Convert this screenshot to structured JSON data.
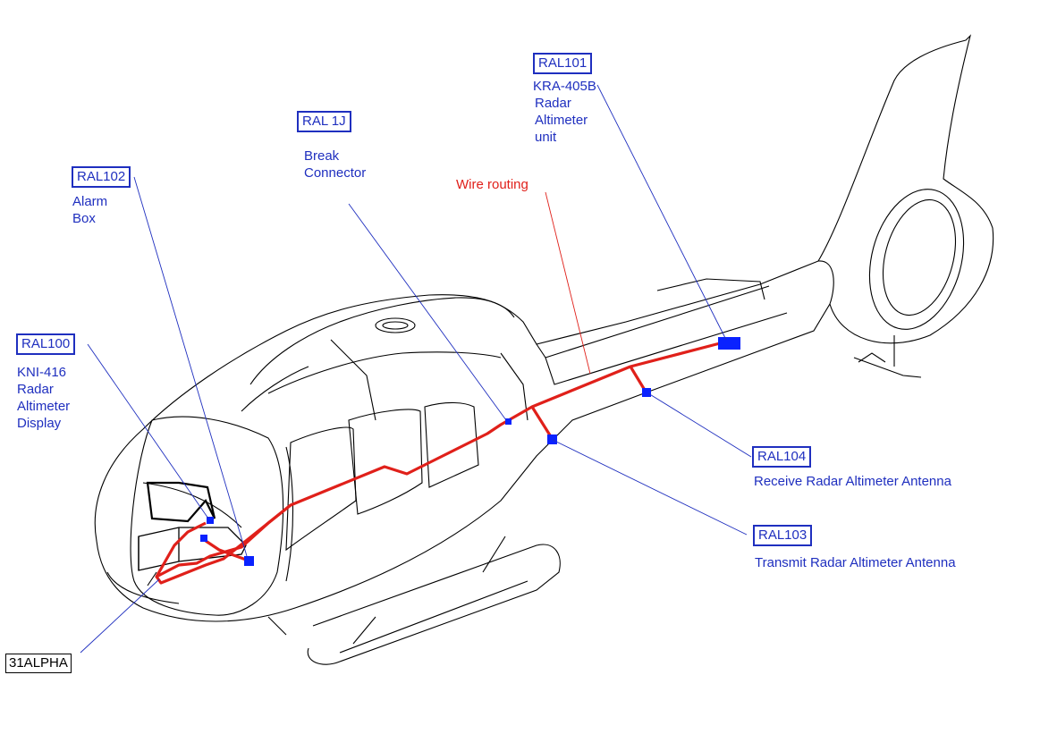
{
  "callouts": {
    "ral101": {
      "tag": "RAL101",
      "lines": [
        "KRA-405B",
        "Radar",
        "Altimeter",
        "unit"
      ]
    },
    "ral1j": {
      "tag": "RAL 1J",
      "lines": [
        "Break",
        "Connector"
      ]
    },
    "ral102": {
      "tag": "RAL102",
      "lines": [
        "Alarm",
        "Box"
      ]
    },
    "ral100": {
      "tag": "RAL100",
      "lines": [
        "KNI-416",
        "Radar",
        "Altimeter",
        "Display"
      ]
    },
    "ral104": {
      "tag": "RAL104",
      "text": "Receive Radar Altimeter Antenna"
    },
    "ral103": {
      "tag": "RAL103",
      "text": "Transmit Radar Altimeter Antenna"
    },
    "wire_routing": "Wire routing",
    "reference": "31ALPHA"
  },
  "colors": {
    "callout_blue": "#1f2fbf",
    "wire_red": "#e0201a",
    "component_blue": "#0a22ff",
    "outline": "#000000"
  }
}
